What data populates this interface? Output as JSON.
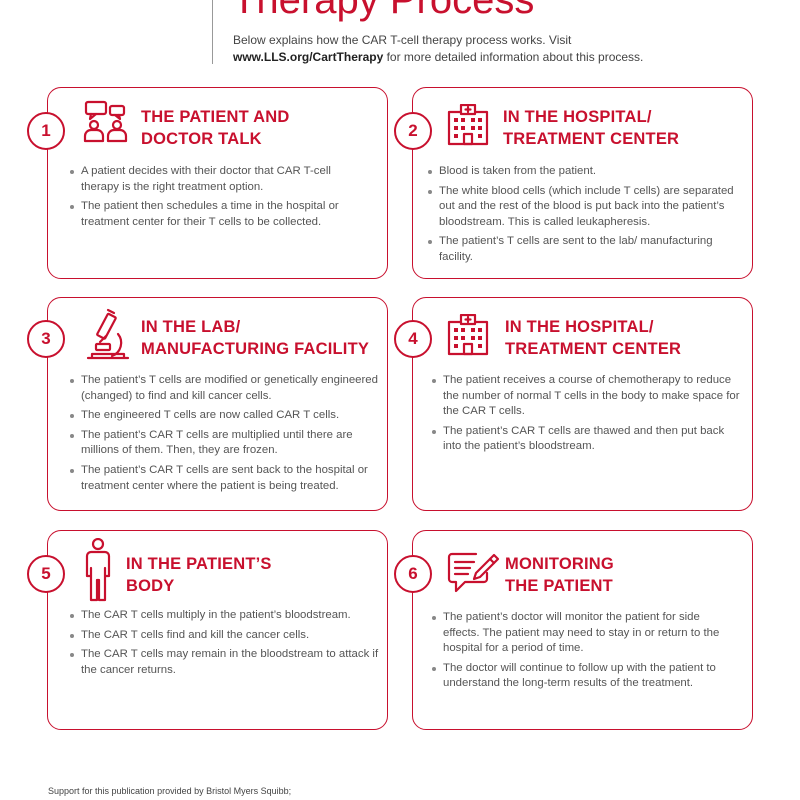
{
  "header": {
    "title": "Therapy Process",
    "intro_text": "Below explains how the CAR T-cell therapy process works. Visit",
    "intro_link": "www.LLS.org/CartTherapy",
    "intro_suffix": " for more detailed information about this process."
  },
  "colors": {
    "accent": "#c8102e",
    "text": "#555555"
  },
  "steps": [
    {
      "number": "1",
      "icon": "doctor-patient-talk-icon",
      "heading_line1": "THE PATIENT AND",
      "heading_line2": "DOCTOR TALK",
      "bullets": [
        "A patient decides with their doctor that CAR T-cell therapy is the right treatment option.",
        "The patient then schedules a time in the hospital or treatment center for their T cells to be collected."
      ]
    },
    {
      "number": "2",
      "icon": "hospital-icon",
      "heading_line1": "IN THE HOSPITAL/",
      "heading_line2": "TREATMENT CENTER",
      "bullets": [
        "Blood is taken from the patient.",
        "The white blood cells (which include T cells) are separated out and the rest of the blood is put back into the patient’s bloodstream. This is called leukapheresis.",
        "The patient’s T cells are sent to the lab/ manufacturing facility."
      ]
    },
    {
      "number": "3",
      "icon": "microscope-icon",
      "heading_line1": "IN THE LAB/",
      "heading_line2": "MANUFACTURING FACILITY",
      "bullets": [
        "The patient’s T cells are modified or genetically engineered (changed) to find and kill cancer cells.",
        "The engineered T cells are now called CAR T cells.",
        "The patient’s CAR T cells are multiplied until there are millions of them. Then, they are frozen.",
        "The patient’s CAR T cells are sent back to the hospital or treatment center where the patient is being treated."
      ]
    },
    {
      "number": "4",
      "icon": "hospital-icon",
      "heading_line1": "IN THE HOSPITAL/",
      "heading_line2": "TREATMENT CENTER",
      "bullets": [
        "The patient receives a course of chemotherapy to reduce the number of normal T cells in the body to make space for the CAR T cells.",
        "The patient’s CAR T cells are thawed and then put back into the patient’s bloodstream."
      ]
    },
    {
      "number": "5",
      "icon": "person-body-icon",
      "heading_line1": "IN THE PATIENT’S",
      "heading_line2": "BODY",
      "bullets": [
        "The CAR T cells multiply in the patient’s bloodstream.",
        "The CAR T cells find and kill the cancer cells.",
        "The CAR T cells may remain in the bloodstream to attack if the cancer returns."
      ]
    },
    {
      "number": "6",
      "icon": "chat-pencil-icon",
      "heading_line1": "MONITORING",
      "heading_line2": "THE PATIENT",
      "bullets": [
        "The patient’s doctor will monitor the patient for side effects. The patient may need to stay in or return to the hospital for a period of time.",
        "The doctor will continue to follow up with the patient to understand the long-term results of the treatment."
      ]
    }
  ],
  "footer": {
    "text": "Support for this publication provided by Bristol Myers Squibb;"
  }
}
